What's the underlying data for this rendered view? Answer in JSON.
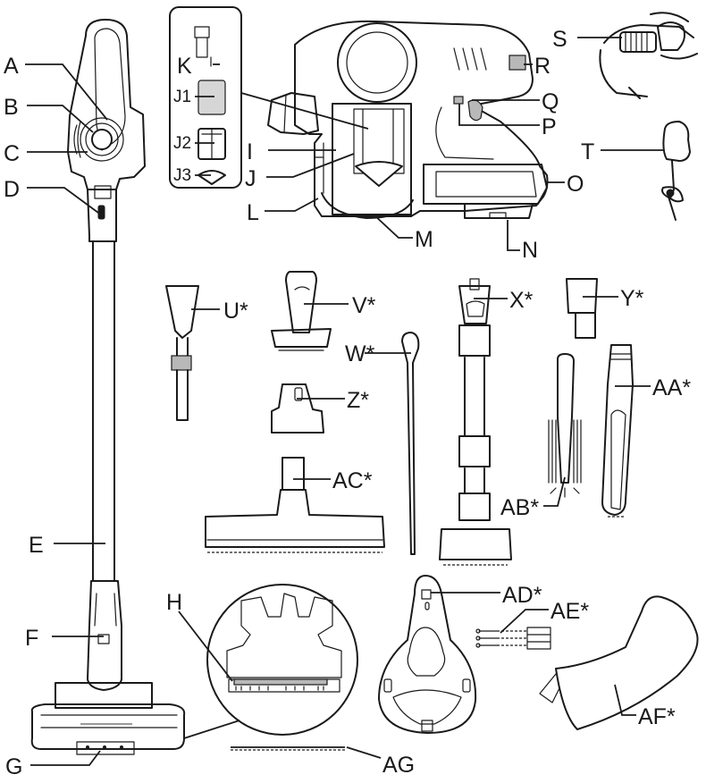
{
  "diagram": {
    "title": "Vacuum cleaner parts overview",
    "labels": {
      "A": "A",
      "B": "B",
      "C": "C",
      "D": "D",
      "E": "E",
      "F": "F",
      "G": "G",
      "H": "H",
      "I": "I",
      "J": "J",
      "J1": "J1",
      "J2": "J2",
      "J3": "J3",
      "K": "K",
      "L": "L",
      "M": "M",
      "N": "N",
      "O": "O",
      "P": "P",
      "Q": "Q",
      "R": "R",
      "S": "S",
      "T": "T",
      "U": "U*",
      "V": "V*",
      "W": "W*",
      "X": "X*",
      "Y": "Y*",
      "Z": "Z*",
      "AA": "AA*",
      "AB": "AB*",
      "AC": "AC*",
      "AD": "AD*",
      "AE": "AE*",
      "AF": "AF*",
      "AG": "AG"
    },
    "parts": [
      {
        "id": "A",
        "component": "handle control"
      },
      {
        "id": "B",
        "component": "handle control ring"
      },
      {
        "id": "C",
        "component": "handle control button"
      },
      {
        "id": "D",
        "component": "release button"
      },
      {
        "id": "E",
        "component": "wand tube"
      },
      {
        "id": "F",
        "component": "floor head release"
      },
      {
        "id": "G",
        "component": "floor head front lights"
      },
      {
        "id": "H",
        "component": "brush roll"
      },
      {
        "id": "I",
        "component": "dust bin"
      },
      {
        "id": "J",
        "component": "filter assembly"
      },
      {
        "id": "J1",
        "component": "filter part 1"
      },
      {
        "id": "J2",
        "component": "filter part 2"
      },
      {
        "id": "J3",
        "component": "filter part 3"
      },
      {
        "id": "K",
        "component": "filter spindle"
      },
      {
        "id": "L",
        "component": "bin release"
      },
      {
        "id": "M",
        "component": "bin bottom"
      },
      {
        "id": "N",
        "component": "battery release"
      },
      {
        "id": "O",
        "component": "battery"
      },
      {
        "id": "P",
        "component": "trigger lock"
      },
      {
        "id": "Q",
        "component": "power trigger"
      },
      {
        "id": "R",
        "component": "indicator"
      },
      {
        "id": "S",
        "component": "motor filter"
      },
      {
        "id": "T",
        "component": "charger"
      },
      {
        "id": "U",
        "component": "crevice brush tool",
        "optional": true
      },
      {
        "id": "V",
        "component": "mini turbo tool",
        "optional": true
      },
      {
        "id": "W",
        "component": "cleaning stick",
        "optional": true
      },
      {
        "id": "X",
        "component": "extension wand",
        "optional": true
      },
      {
        "id": "Y",
        "component": "adapter",
        "optional": true
      },
      {
        "id": "Z",
        "component": "tool adapter",
        "optional": true
      },
      {
        "id": "AA",
        "component": "flexible crevice tool",
        "optional": true
      },
      {
        "id": "AB",
        "component": "bottle brush",
        "optional": true
      },
      {
        "id": "AC",
        "component": "hard floor tool",
        "optional": true
      },
      {
        "id": "AD",
        "component": "wall mount",
        "optional": true
      },
      {
        "id": "AE",
        "component": "screws and plugs",
        "optional": true
      },
      {
        "id": "AF",
        "component": "storage bag",
        "optional": true
      },
      {
        "id": "AG",
        "component": "bristle strip"
      }
    ]
  }
}
